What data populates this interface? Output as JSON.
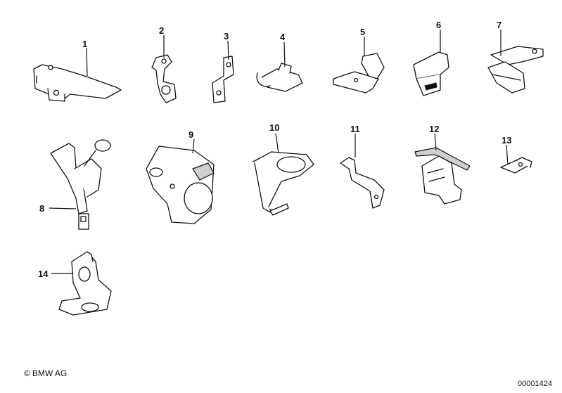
{
  "callouts": [
    "1",
    "2",
    "3",
    "4",
    "5",
    "6",
    "7",
    "8",
    "9",
    "10",
    "11",
    "12",
    "13",
    "14"
  ],
  "footer": {
    "copyright_symbol": "©",
    "copyright_text": "BMW AG",
    "diagram_id": "00001424"
  },
  "colors": {
    "line": "#111111",
    "background": "#ffffff",
    "shading": "#cfcfcf"
  }
}
